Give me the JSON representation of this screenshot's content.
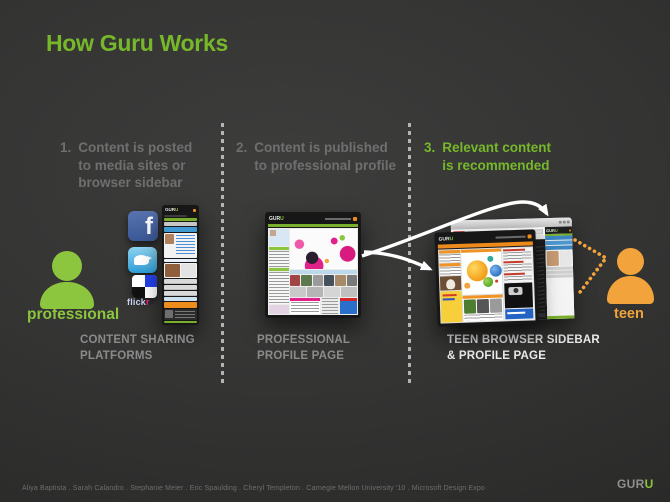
{
  "title": "How Guru Works",
  "brand": {
    "gur": "GUR",
    "u": "U"
  },
  "steps": [
    {
      "num": "1.",
      "lines": [
        "Content is posted",
        "to media sites or",
        "browser sidebar"
      ]
    },
    {
      "num": "2.",
      "lines": [
        "Content is published",
        "to professional profile"
      ]
    },
    {
      "num": "3.",
      "lines": [
        "Relevant content",
        "is recommended"
      ]
    }
  ],
  "actors": {
    "professional": {
      "label": "professional"
    },
    "teen": {
      "label": "teen"
    }
  },
  "captions": [
    {
      "lines": [
        "CONTENT SHARING",
        "PLATFORMS"
      ]
    },
    {
      "lines": [
        "PROFESSIONAL",
        "PROFILE PAGE"
      ]
    },
    {
      "lines": [
        "TEEN BROWSER SIDEBAR",
        "& PROFILE PAGE"
      ]
    }
  ],
  "platforms": {
    "facebook_letter": "f",
    "flickr_flick": "flick",
    "flickr_r": "r"
  },
  "credits": "Aliya Baptista . Sarah Calandro . Stephanie Meier . Eric Spaulding . Cheryl Templeton . Carnegie Mellon University '10 . Microsoft Design Expo",
  "colors": {
    "green": "#76b82a",
    "light_green": "#8cc63e",
    "orange": "#f2a33c",
    "step_gray": "#6f6f6f",
    "caption_gray": "#8b8b8b",
    "bright_text": "#ececec"
  }
}
